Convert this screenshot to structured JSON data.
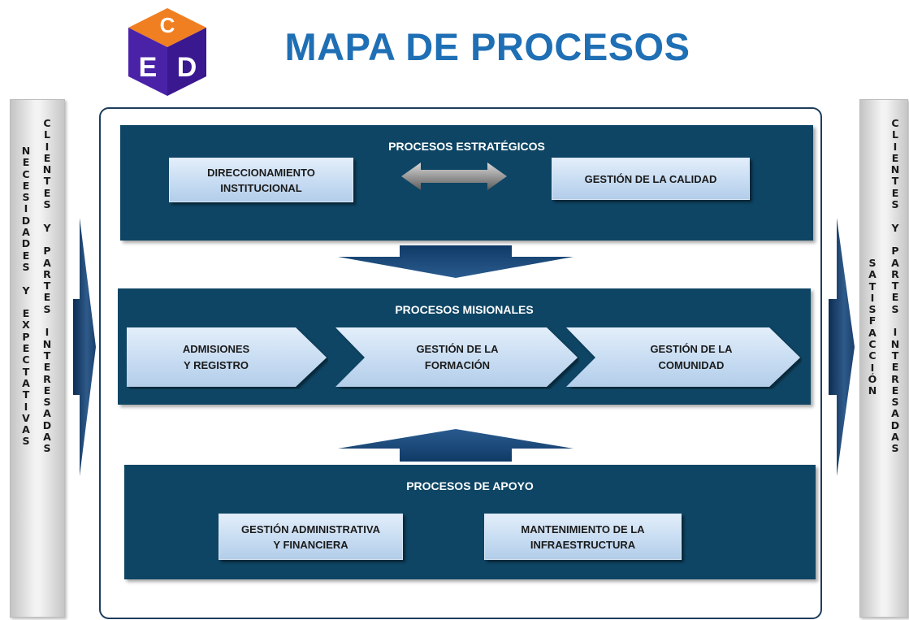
{
  "header": {
    "title": "MAPA DE PROCESOS",
    "logo_letters": [
      "C",
      "E",
      "D"
    ]
  },
  "left_side": {
    "column_1": [
      "N",
      "E",
      "C",
      "E",
      "S",
      "I",
      "D",
      "A",
      "D",
      "E",
      "S",
      "",
      "Y",
      "",
      "E",
      "X",
      "P",
      "E",
      "C",
      "T",
      "A",
      "T",
      "I",
      "V",
      "A",
      "S"
    ],
    "column_2": [
      "C",
      "L",
      "I",
      "E",
      "N",
      "T",
      "E",
      "S",
      "",
      "Y",
      "",
      "P",
      "A",
      "R",
      "T",
      "E",
      "S",
      "",
      "I",
      "N",
      "T",
      "E",
      "R",
      "E",
      "S",
      "A",
      "D",
      "A",
      "S"
    ]
  },
  "right_side": {
    "column_1": [
      "S",
      "A",
      "T",
      "I",
      "S",
      "F",
      "A",
      "C",
      "C",
      "I",
      "Ó",
      "N"
    ],
    "column_2": [
      "C",
      "L",
      "I",
      "E",
      "N",
      "T",
      "E",
      "S",
      "",
      "Y",
      "",
      "P",
      "A",
      "R",
      "T",
      "E",
      "S",
      "",
      "I",
      "N",
      "T",
      "E",
      "R",
      "E",
      "S",
      "A",
      "D",
      "A",
      "S"
    ]
  },
  "strategic": {
    "title": "PROCESOS ESTRATÉGICOS",
    "box_left": "DIRECCIONAMIENTO\nINSTITUCIONAL",
    "box_right": "GESTIÓN DE LA CALIDAD"
  },
  "missional": {
    "title": "PROCESOS MISIONALES",
    "steps": [
      "ADMISIONES\nY REGISTRO",
      "GESTIÓN DE LA\nFORMACIÓN",
      "GESTIÓN DE LA\nCOMUNIDAD"
    ]
  },
  "support": {
    "title": "PROCESOS DE APOYO",
    "box_left": "GESTIÓN ADMINISTRATIVA\nY FINANCIERA",
    "box_right": "MANTENIMIENTO DE LA\nINFRAESTRUCTURA"
  },
  "colors": {
    "title": "#1f6fb5",
    "band": "#0e4564",
    "box": "#c7dcf2",
    "logo_orange": "#f07f22",
    "logo_purple": "#4a22a8"
  }
}
